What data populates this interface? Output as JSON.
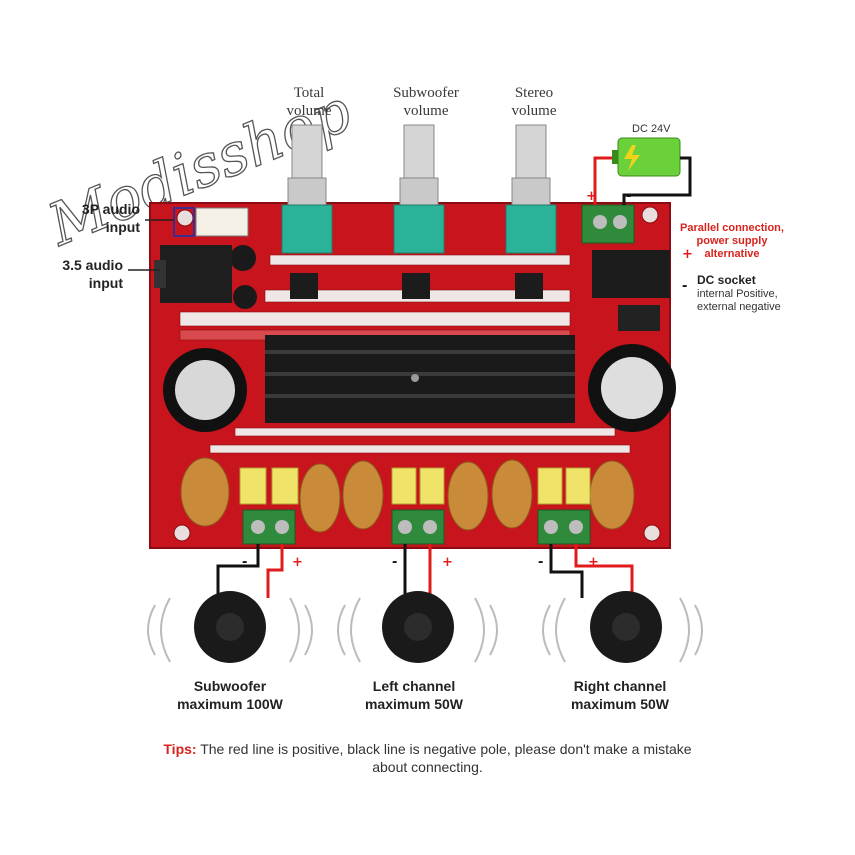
{
  "watermark": {
    "text": "Modisshop"
  },
  "controls": {
    "total_volume": [
      "Total",
      "volume"
    ],
    "subwoofer_volume": [
      "Subwoofer",
      "volume"
    ],
    "stereo_volume": [
      "Stereo",
      "volume"
    ]
  },
  "inputs": {
    "p3_audio": [
      "3P audio",
      "input"
    ],
    "audio_35": [
      "3.5 audio",
      "input"
    ]
  },
  "power": {
    "dc_label": "DC 24V",
    "parallel": [
      "Parallel connection,",
      "power supply",
      "alternative"
    ],
    "dc_socket_title": "DC socket",
    "dc_socket_desc": [
      "internal Positive,",
      "external negative"
    ]
  },
  "speakers": [
    {
      "name": "Subwoofer",
      "power": "maximum 100W"
    },
    {
      "name": "Left channel",
      "power": "maximum 50W"
    },
    {
      "name": "Right channel",
      "power": "maximum 50W"
    }
  ],
  "tips": {
    "label": "Tips:",
    "line1": " The red line is positive, black line is negative pole, please don't make a mistake",
    "line2": "about connecting."
  },
  "colors": {
    "pcb": "#c8141c",
    "heatsink": "#1a1a1a",
    "potentiometer": "#2bb39a",
    "terminal": "#2f8a3c",
    "positive_wire": "#e11b1b",
    "negative_wire": "#111111",
    "battery": "#6bd13a",
    "note_red": "#d8231e"
  }
}
